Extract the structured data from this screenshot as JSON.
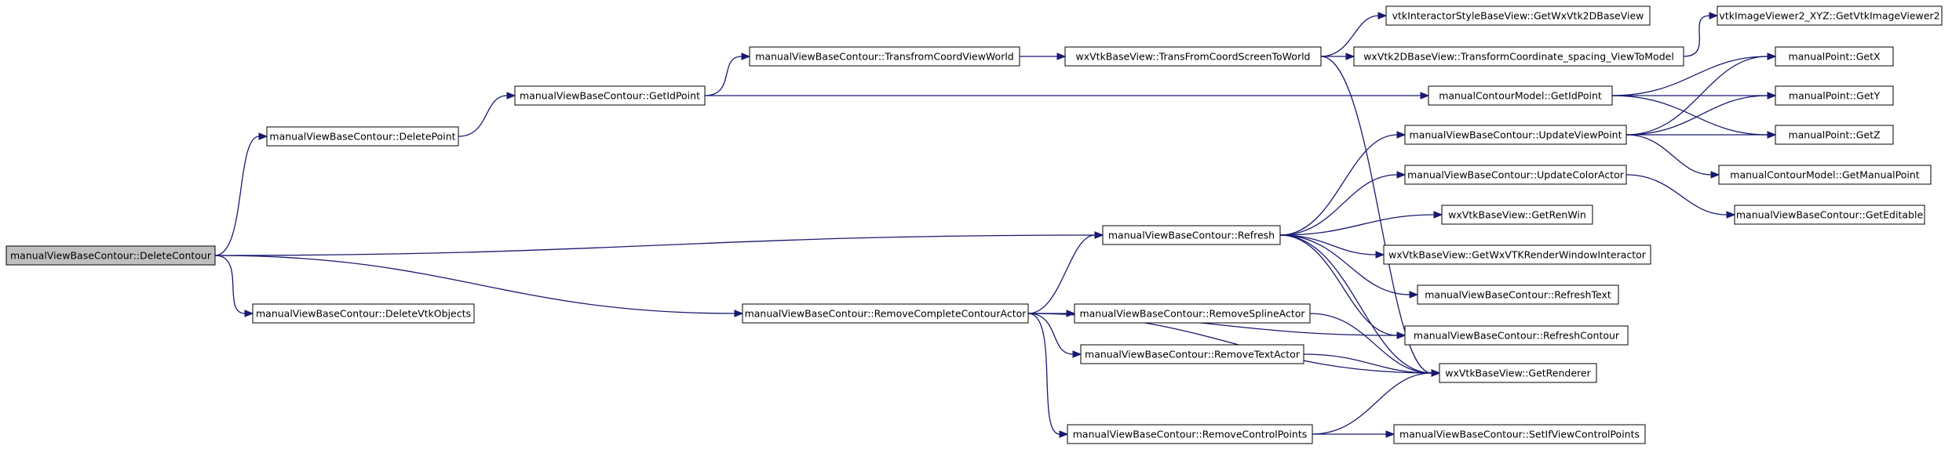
{
  "graph": {
    "colors": {
      "edge": "#191970",
      "node_border": "#000000",
      "root_fill": "#bfbfbf",
      "node_fill": "#ffffff"
    },
    "nodes": [
      {
        "id": "n0",
        "label": "manualViewBaseContour::DeleteContour",
        "root": true
      },
      {
        "id": "n1",
        "label": "manualViewBaseContour::DeletePoint"
      },
      {
        "id": "n2",
        "label": "manualViewBaseContour::DeleteVtkObjects"
      },
      {
        "id": "n3",
        "label": "manualViewBaseContour::GetIdPoint"
      },
      {
        "id": "n4",
        "label": "manualViewBaseContour::TransfromCoordViewWorld"
      },
      {
        "id": "n5",
        "label": "wxVtkBaseView::TransFromCoordScreenToWorld"
      },
      {
        "id": "n6",
        "label": "vtkInteractorStyleBaseView::GetWxVtk2DBaseView"
      },
      {
        "id": "n7",
        "label": "wxVtk2DBaseView::TransformCoordinate_spacing_ViewToModel"
      },
      {
        "id": "n8",
        "label": "vtkImageViewer2_XYZ::GetVtkImageViewer2"
      },
      {
        "id": "n9",
        "label": "manualContourModel::GetIdPoint"
      },
      {
        "id": "n10",
        "label": "manualPoint::GetX"
      },
      {
        "id": "n11",
        "label": "manualPoint::GetY"
      },
      {
        "id": "n12",
        "label": "manualPoint::GetZ"
      },
      {
        "id": "n13",
        "label": "manualViewBaseContour::UpdateViewPoint"
      },
      {
        "id": "n14",
        "label": "manualContourModel::GetManualPoint"
      },
      {
        "id": "n15",
        "label": "manualViewBaseContour::UpdateColorActor"
      },
      {
        "id": "n16",
        "label": "manualViewBaseContour::GetEditable"
      },
      {
        "id": "n17",
        "label": "manualViewBaseContour::Refresh"
      },
      {
        "id": "n18",
        "label": "wxVtkBaseView::GetRenWin"
      },
      {
        "id": "n19",
        "label": "wxVtkBaseView::GetWxVTKRenderWindowInteractor"
      },
      {
        "id": "n20",
        "label": "manualViewBaseContour::RefreshText"
      },
      {
        "id": "n21",
        "label": "manualViewBaseContour::RefreshContour"
      },
      {
        "id": "n22",
        "label": "manualViewBaseContour::RemoveCompleteContourActor"
      },
      {
        "id": "n23",
        "label": "manualViewBaseContour::RemoveSplineActor"
      },
      {
        "id": "n24",
        "label": "manualViewBaseContour::RemoveTextActor"
      },
      {
        "id": "n25",
        "label": "wxVtkBaseView::GetRenderer"
      },
      {
        "id": "n26",
        "label": "manualViewBaseContour::RemoveControlPoints"
      },
      {
        "id": "n27",
        "label": "manualViewBaseContour::SetIfViewControlPoints"
      }
    ],
    "edges": [
      [
        "n0",
        "n1"
      ],
      [
        "n0",
        "n2"
      ],
      [
        "n0",
        "n17"
      ],
      [
        "n0",
        "n22"
      ],
      [
        "n1",
        "n3"
      ],
      [
        "n3",
        "n4"
      ],
      [
        "n3",
        "n9"
      ],
      [
        "n4",
        "n5"
      ],
      [
        "n5",
        "n6"
      ],
      [
        "n5",
        "n7"
      ],
      [
        "n5",
        "n25"
      ],
      [
        "n7",
        "n8"
      ],
      [
        "n9",
        "n10"
      ],
      [
        "n9",
        "n11"
      ],
      [
        "n9",
        "n12"
      ],
      [
        "n13",
        "n10"
      ],
      [
        "n13",
        "n11"
      ],
      [
        "n13",
        "n12"
      ],
      [
        "n13",
        "n14"
      ],
      [
        "n15",
        "n16"
      ],
      [
        "n17",
        "n13"
      ],
      [
        "n17",
        "n15"
      ],
      [
        "n17",
        "n18"
      ],
      [
        "n17",
        "n19"
      ],
      [
        "n17",
        "n20"
      ],
      [
        "n17",
        "n21"
      ],
      [
        "n17",
        "n25"
      ],
      [
        "n22",
        "n17"
      ],
      [
        "n22",
        "n23"
      ],
      [
        "n22",
        "n24"
      ],
      [
        "n22",
        "n26"
      ],
      [
        "n22",
        "n21"
      ],
      [
        "n22",
        "n25"
      ],
      [
        "n23",
        "n25"
      ],
      [
        "n24",
        "n25"
      ],
      [
        "n26",
        "n25"
      ],
      [
        "n26",
        "n27"
      ]
    ]
  }
}
